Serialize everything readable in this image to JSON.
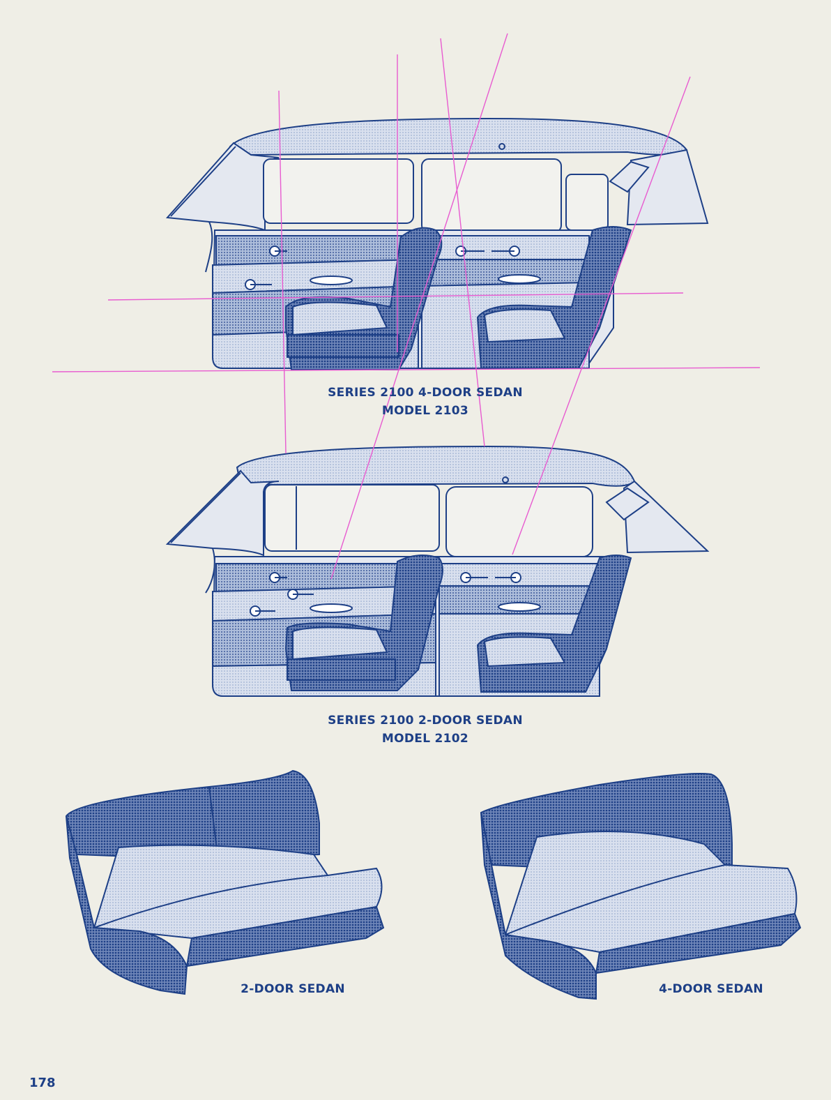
{
  "page": {
    "page_number": "178",
    "colors": {
      "ink": "#1d3f86",
      "tint_light": "#cdd7e8",
      "tint_medium": "#9fb2d3",
      "tint_dark": "#5d76ab",
      "guide_lines": "#e85bd0",
      "paper": "#efeee6"
    }
  },
  "illustrations": [
    {
      "id": "four-door-interior",
      "caption_line1": "SERIES 2100 4-DOOR SEDAN",
      "caption_line2": "MODEL 2103"
    },
    {
      "id": "two-door-interior",
      "caption_line1": "SERIES 2100 2-DOOR SEDAN",
      "caption_line2": "MODEL 2102"
    },
    {
      "id": "two-door-rear-seat",
      "caption": "2-DOOR SEDAN"
    },
    {
      "id": "four-door-rear-seat",
      "caption": "4-DOOR SEDAN"
    }
  ]
}
